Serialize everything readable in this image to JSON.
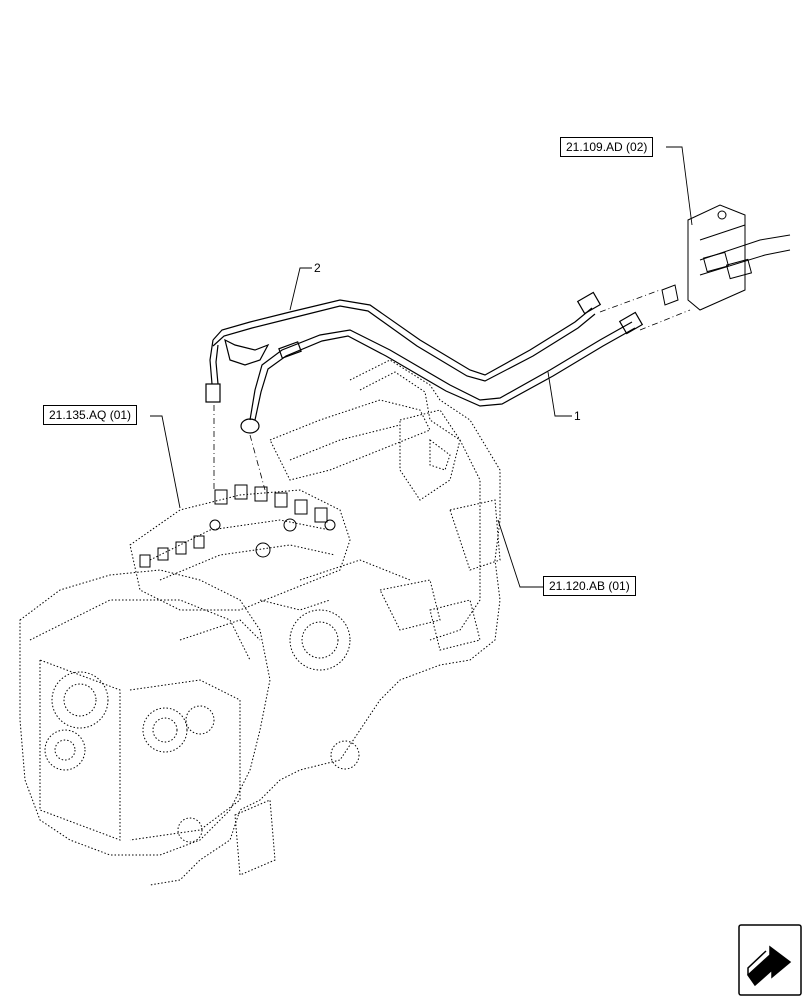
{
  "diagram": {
    "references": {
      "top_right": "21.109.AD (02)",
      "left": "21.135.AQ (01)",
      "right_middle": "21.120.AB (01)"
    },
    "callouts": {
      "item_1": "1",
      "item_2": "2"
    },
    "icons": {
      "navigation": "next-page-arrow-icon"
    },
    "colors": {
      "line": "#000000",
      "background": "#ffffff"
    }
  }
}
